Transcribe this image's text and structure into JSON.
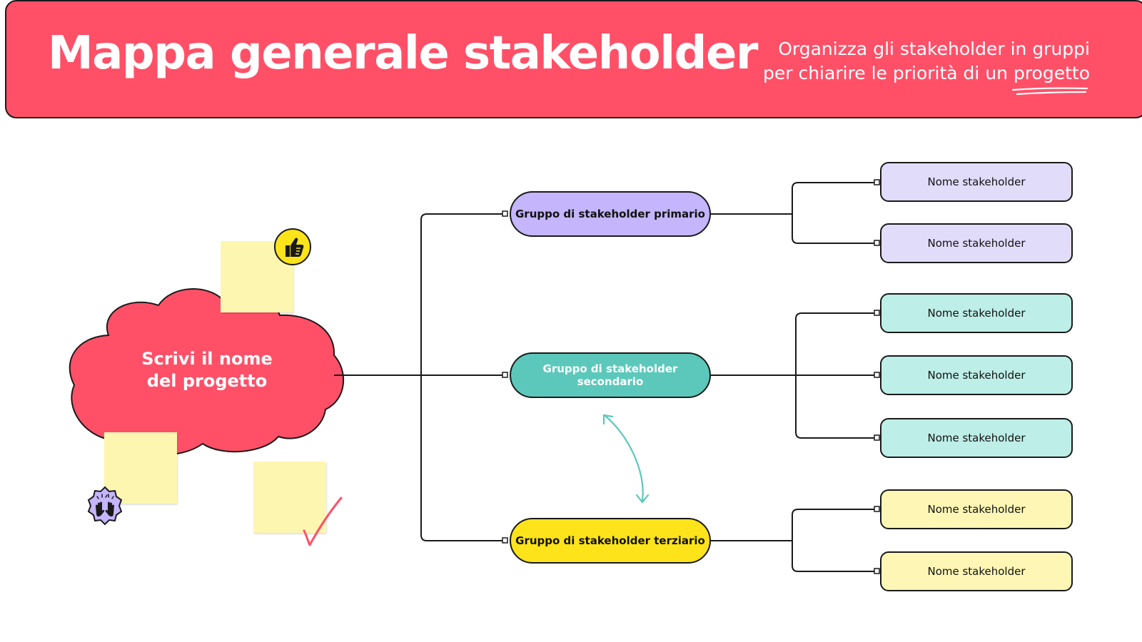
{
  "header": {
    "title": "Mappa generale stakeholder",
    "subtitle_line1": "Organizza gli stakeholder in gruppi",
    "subtitle_line2": "per chiarire le priorità di un progetto"
  },
  "center": {
    "label_line1": "Scrivi il nome",
    "label_line2": "del progetto"
  },
  "groups": [
    {
      "label": "Gruppo di stakeholder primario",
      "color": "#c4b5fd",
      "stakeholders": [
        "Nome stakeholder",
        "Nome stakeholder"
      ],
      "stakeholder_color": "#e2dcfb"
    },
    {
      "label": "Gruppo di stakeholder secondario",
      "color": "#5cc8bb",
      "stakeholders": [
        "Nome stakeholder",
        "Nome stakeholder",
        "Nome stakeholder"
      ],
      "stakeholder_color": "#bdeee7"
    },
    {
      "label": "Gruppo di stakeholder terziario",
      "color": "#fde31a",
      "stakeholders": [
        "Nome stakeholder",
        "Nome stakeholder"
      ],
      "stakeholder_color": "#fdf6b5"
    }
  ],
  "colors": {
    "header_bg": "#ff5068",
    "cloud": "#ff5068",
    "connector": "#1a1a1a",
    "bidirectional_arrow": "#5cc8bb",
    "sticky_note": "#fdf6b0",
    "checkmark": "#ff5068"
  },
  "decorations": {
    "thumbs_up_icon": "thumbs-up-icon",
    "raised_hands_icon": "raised-hands-icon",
    "checkmark_icon": "checkmark-icon"
  }
}
